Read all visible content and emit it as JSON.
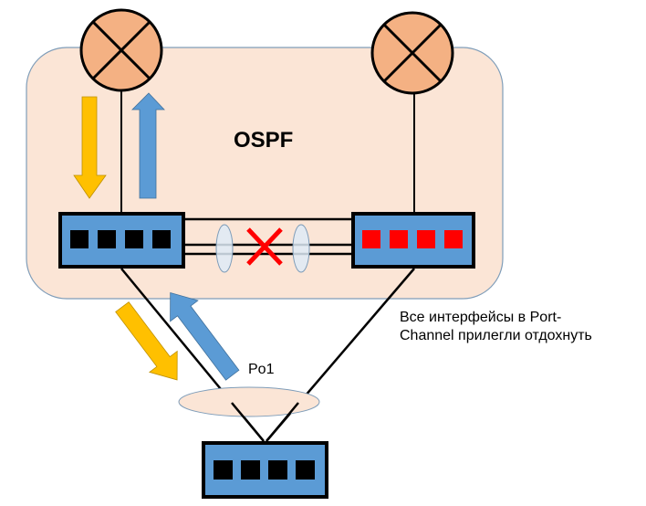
{
  "labels": {
    "region": "OSPF",
    "port_channel": "Po1",
    "note_line1": "Все интерфейсы в Port-",
    "note_line2": "Channel прилегли отдохнуть"
  },
  "nodes": {
    "routers": [
      {
        "id": "router-left",
        "icon": "router-icon"
      },
      {
        "id": "router-right",
        "icon": "router-icon"
      }
    ],
    "switches": [
      {
        "id": "switch-left",
        "port_count": 4,
        "port_state": "up"
      },
      {
        "id": "switch-right",
        "port_count": 4,
        "port_state": "down"
      },
      {
        "id": "switch-bottom",
        "port_count": 4,
        "port_state": "up"
      }
    ]
  },
  "links": [
    {
      "from": "router-left",
      "to": "switch-left"
    },
    {
      "from": "router-right",
      "to": "switch-right"
    },
    {
      "from": "switch-left",
      "to": "switch-right",
      "type": "port-channel",
      "members": 3,
      "state": "failed"
    },
    {
      "from": "switch-left",
      "to": "switch-bottom",
      "bundle": "Po1"
    },
    {
      "from": "switch-right",
      "to": "switch-bottom",
      "bundle": "Po1"
    }
  ],
  "traffic_arrows": [
    {
      "id": "arrow-down-to-switch",
      "direction": "down",
      "color_name": "yellow"
    },
    {
      "id": "arrow-up-to-router",
      "direction": "up",
      "color_name": "blue"
    },
    {
      "id": "arrow-to-bottom-switch",
      "direction": "down-right",
      "color_name": "yellow"
    },
    {
      "id": "arrow-from-bottom-switch",
      "direction": "up-left",
      "color_name": "blue"
    }
  ],
  "colors": {
    "region_fill": "#FBE5D6",
    "region_stroke": "#7F9DB9",
    "router_fill": "#F4B183",
    "switch_fill": "#5B9BD5",
    "port_up": "#000000",
    "port_down": "#FF0000",
    "arrow_yellow": "#FFC000",
    "arrow_blue": "#5B9BD5",
    "fail_mark": "#FF0000",
    "bundle_ellipse_fill": "#DEEBF7",
    "po_ellipse_fill": "#FBE5D6"
  }
}
